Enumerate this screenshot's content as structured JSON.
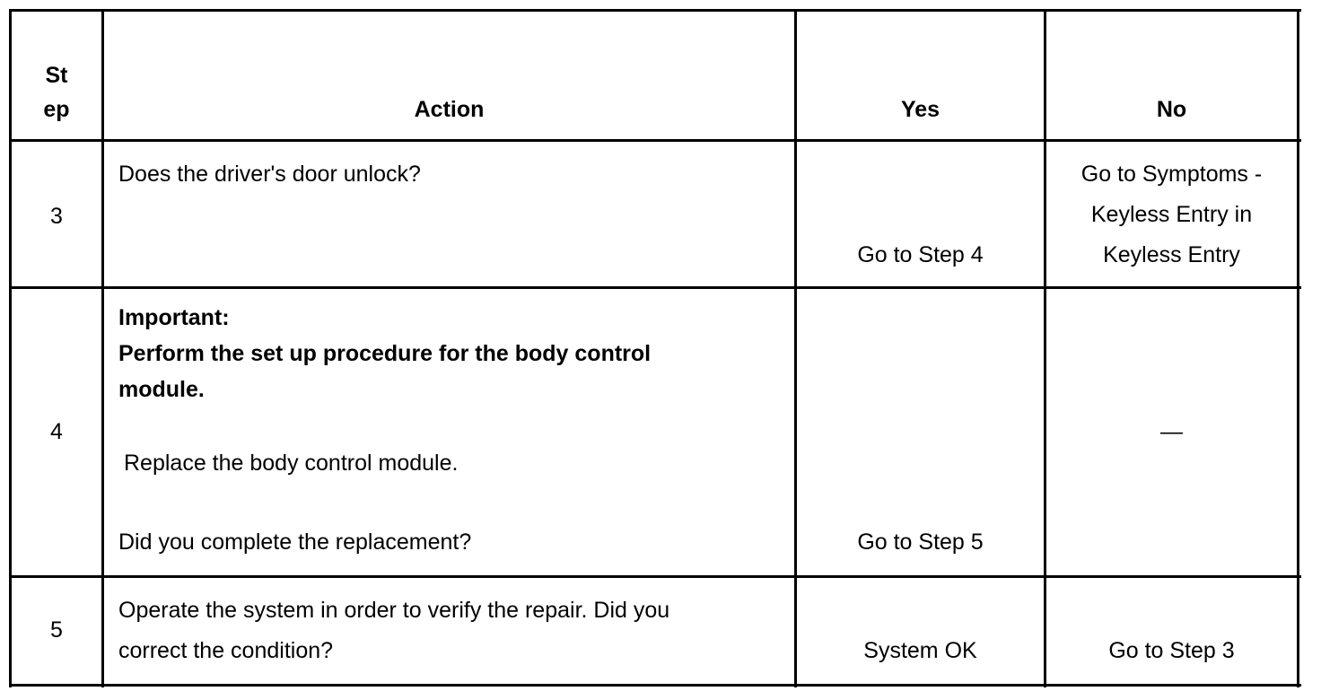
{
  "header": {
    "step": "St ep",
    "step_line1": "St",
    "step_line2": "ep",
    "action": "Action",
    "yes": "Yes",
    "no": "No"
  },
  "rows": [
    {
      "step": "3",
      "action": "Does the driver's door unlock?",
      "yes": "Go to Step 4",
      "no_lines": [
        "Go to Symptoms -",
        "Keyless Entry in",
        "Keyless Entry"
      ]
    },
    {
      "step": "4",
      "important_label": "Important:",
      "important_text_1": "Perform the set up procedure for the body control",
      "important_text_2": "module.",
      "action_step": "Replace the body control module.",
      "action_question": "Did you complete the replacement?",
      "yes": "Go to Step 5",
      "no": "—"
    },
    {
      "step": "5",
      "action_line1": "Operate the system in order to verify the repair. Did you",
      "action_line2": "correct the condition?",
      "yes": "System OK",
      "no": "Go to Step 3"
    }
  ]
}
